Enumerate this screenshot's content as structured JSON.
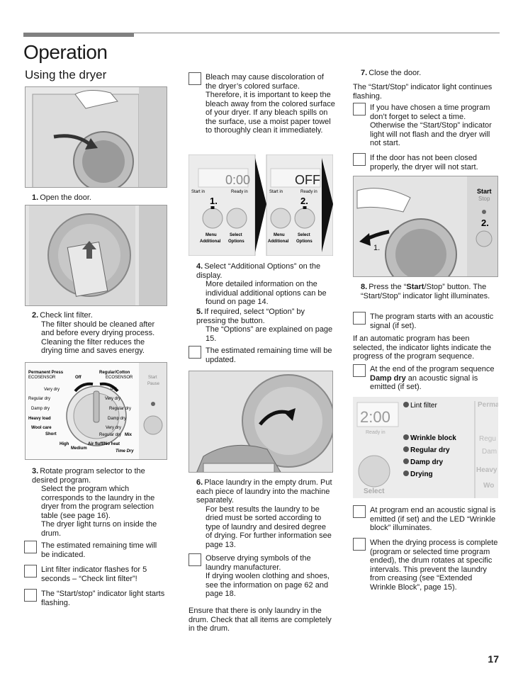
{
  "header": {
    "title": "Operation",
    "subtitle": "Using the dryer"
  },
  "steps": {
    "s1": {
      "num": "1.",
      "text": "Open the door."
    },
    "s2": {
      "num": "2.",
      "text": "Check lint filter.",
      "detail": "The filter should be cleaned after and before every drying process. Cleaning the filter reduces the drying time and saves energy."
    },
    "s3": {
      "num": "3.",
      "text": "Rotate program selector to the desired program.",
      "detail1": "Select the program which corresponds to the laundry in the dryer from the program selection table (see page 16).",
      "detail2": "The dryer light turns on inside the drum."
    },
    "s4": {
      "num": "4.",
      "text": "Select “Additional Options” on the display.",
      "detail": "More detailed information on the individual additional options can be found on page 14."
    },
    "s5": {
      "num": "5.",
      "text": "If required, select “Option” by pressing the button.",
      "detail": "The “Options” are explained on page 15."
    },
    "s6": {
      "num": "6.",
      "text": "Place laundry in the empty drum. Put each piece of laundry into the machine separately.",
      "detail": "For best results the laundry to be dried must be sorted according to type of laundry and desired degree of drying. For further information see page 13."
    },
    "s7": {
      "num": "7.",
      "text": "Close the door."
    },
    "s8": {
      "num": "8.",
      "pre": "Press the “",
      "bold": "Start",
      "post": "/Stop” button. The “Start/Stop” indicator light illuminates."
    }
  },
  "notes": {
    "n1": "The estimated remaining time will be indicated.",
    "n2": "Lint filter indicator flashes for 5 seconds – “Check lint filter”!",
    "n3": "The “Start/stop” indicator light starts flashing.",
    "n4": "Bleach may cause discoloration of the dryer’s colored surface. Therefore, it is important to keep the bleach away from the colored surface of your dryer.  If any bleach spills on the surface, use a moist paper towel to thoroughly clean it immediately.",
    "n5": "The estimated remaining time will be updated.",
    "n6": "Observe drying symbols of the laundry manufacturer.",
    "n6b": "If drying woolen clothing and shoes, see the information on page 62 and page 18.",
    "n7": "If you have chosen a time program don’t forget to select a time. Otherwise the “Start/Stop” indicator light will not flash and the dryer will not start.",
    "n8": "If the door has not been closed properly, the dryer will not start.",
    "n9": "The program starts with an acoustic signal (if set).",
    "n10_pre": "At the end of the program sequence ",
    "n10_bold": "Damp dry",
    "n10_post": " an acoustic signal is emitted (if set).",
    "n11": "At program end  an acoustic signal is emitted (if set) and the LED “Wrinkle block” illuminates.",
    "n12": "When the drying process is complete (program or selected time program ended), the drum rotates at specific intervals. This prevent the laundry from creasing (see “Extended Wrinkle Block”, page 15)."
  },
  "paragraphs": {
    "p1": "Ensure that there is only laundry in the drum. Check that all items are completely in the drum.",
    "p2": "The “Start/Stop” indicator light continues flashing.",
    "p3": "If an automatic program has been selected, the indicator lights indicate the progress of the program sequence."
  },
  "selector": {
    "permanent_press": "Permanent Press",
    "eco_left": "ECOSENSOR",
    "off": "Off",
    "regular_cotton": "Regular/Cotton",
    "eco_right": "ECOSENSOR",
    "very_dry_l": "Very dry",
    "regular_dry_l": "Regular dry",
    "damp_dry_l": "Damp dry",
    "heavy_load": "Heavy load",
    "wool_care": "Wool care",
    "short": "Short",
    "high": "High",
    "medium": "Medium",
    "dry": "dry",
    "very_dry_r": "Very dry",
    "regular_dry_r": "Regular dry",
    "damp_dry_r": "Damp dry",
    "very_dry_r2": "Very dry",
    "regular_dry_mix": "Regular dry",
    "mix": "Mix",
    "air_fluff": "Air fluff/No heat",
    "time_dry": "Time Dry",
    "start": "Start",
    "pause": "Pause"
  },
  "display_fig": {
    "left_digits": "0:00",
    "right_digits": "OFF",
    "start_in": "Start in",
    "ready_in": "Ready in",
    "mark1": "1.",
    "mark2": "2.",
    "menu": "Menu",
    "additional": "Additional",
    "select": "Select",
    "options": "Options"
  },
  "door_fig": {
    "start": "Start",
    "stop": "Stop",
    "mark1": "1.",
    "mark2": "2."
  },
  "panel_fig": {
    "digits": "2:00",
    "ready_in": "Ready in",
    "lint_filter": "Lint filter",
    "wrinkle_block": "Wrinkle block",
    "regular_dry": "Regular dry",
    "damp_dry": "Damp dry",
    "drying": "Drying",
    "select": "Select",
    "side1": "Perma",
    "side2": "Regu",
    "side3": "Dam",
    "side4": "Heavy",
    "side5": "Wo"
  },
  "page_number": "17"
}
